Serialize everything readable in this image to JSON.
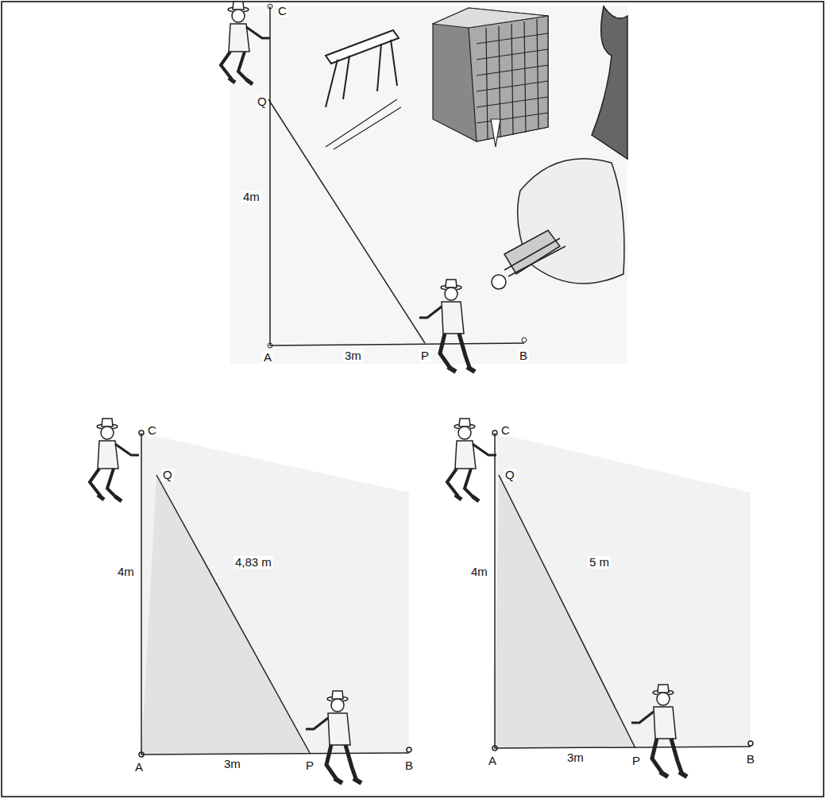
{
  "diagram": {
    "labels": [
      "C",
      "Q",
      "4m",
      "A",
      "3m",
      "P",
      "B",
      "C",
      "Q",
      "4m",
      "4,83 m",
      "A",
      "3m",
      "P",
      "B",
      "C",
      "Q",
      "4m",
      "5 m",
      "A",
      "3m",
      "P",
      "B"
    ]
  }
}
